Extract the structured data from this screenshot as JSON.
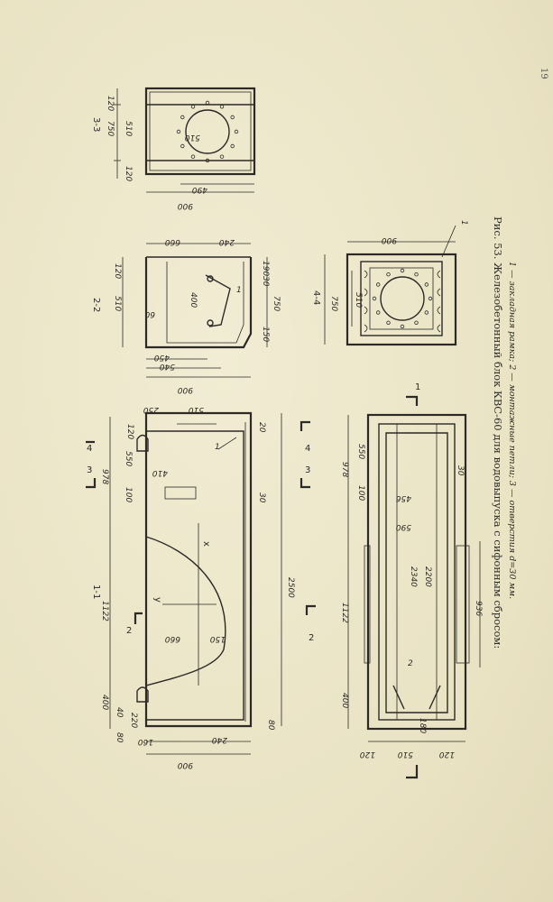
{
  "page_number": "19",
  "caption": {
    "title": "Рис. 53. Железобетонный блок КВС-60 для водовыпуска с сифонным сбросом:",
    "legend": "1 — закладная рамка; 2 — монтажные петли; 3 — отверстия d=30 мм."
  },
  "views": {
    "s3": {
      "label": "3-3",
      "d_120a": "120",
      "d_750": "750",
      "d_510": "510",
      "d_120b": "120",
      "d_circle": "510",
      "d_490": "490",
      "d_900": "900"
    },
    "s2": {
      "label": "2-2",
      "d_660": "660",
      "d_240": "240",
      "d_120": "120",
      "d_510": "510",
      "d_400": "400",
      "d_190": "190",
      "d_30": "30",
      "d_750": "750",
      "d_150": "150",
      "d_60": "60",
      "d_450": "450",
      "d_540": "540",
      "d_900": "900",
      "lead": "1"
    },
    "s4": {
      "label": "4-4",
      "d_900": "900",
      "d_750": "750",
      "d_510": "510",
      "lead": "1"
    },
    "s1": {
      "label": "1-1",
      "d_250": "250",
      "d_510": "510",
      "d_120": "120",
      "d_978": "978",
      "d_550": "550",
      "d_410": "410",
      "d_100": "100",
      "d_1122": "1122",
      "d_660": "660",
      "d_150": "150",
      "d_400": "400",
      "d_40": "40",
      "d_220": "220",
      "d_80a": "80",
      "d_160": "160",
      "d_900": "900",
      "d_2500": "2500",
      "d_20": "20",
      "d_30": "30",
      "d_80b": "80",
      "d_240": "240",
      "ax_x": "x",
      "ax_y": "y",
      "lead": "1"
    },
    "plan": {
      "d_978": "978",
      "d_550": "550",
      "d_100": "100",
      "d_1122": "1122",
      "d_400": "400",
      "d_936": "936",
      "d_456": "456",
      "d_590": "590",
      "d_2340": "2340",
      "d_2200": "2200",
      "d_30": "30",
      "d_120a": "120",
      "d_510": "510",
      "d_120b": "120",
      "d_180": "180",
      "lead": "2"
    }
  },
  "cut_marks": {
    "m3a": "3",
    "m3b": "3",
    "m4a": "4",
    "m4b": "4",
    "m2a": "2",
    "m2b": "2",
    "m1": "1"
  }
}
